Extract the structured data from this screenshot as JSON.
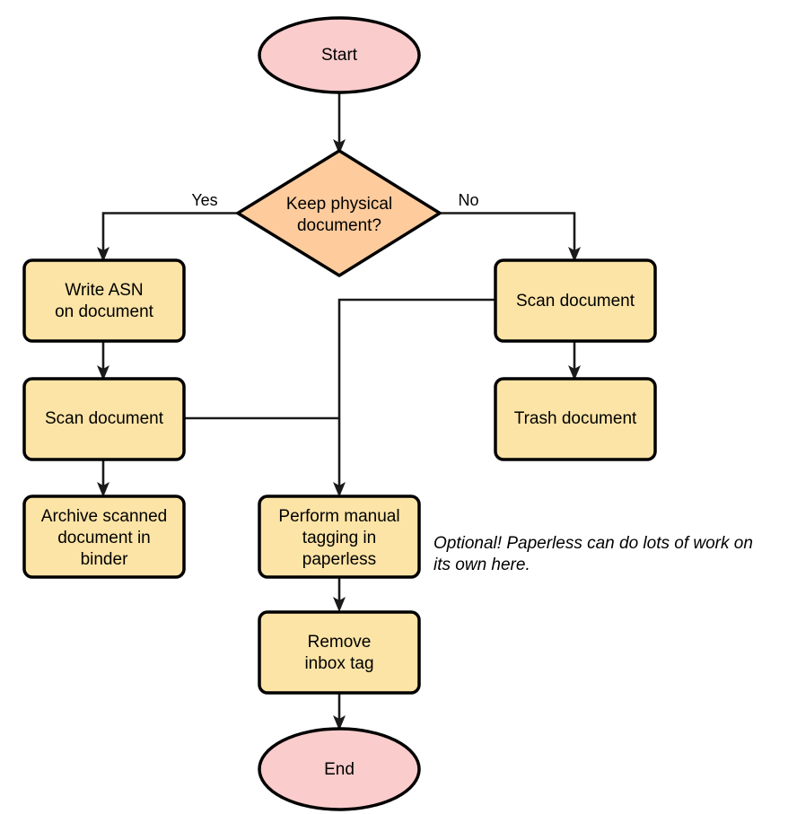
{
  "diagram": {
    "type": "flowchart",
    "orientation": "top-to-bottom",
    "palette": {
      "terminator_fill": "#facccc",
      "process_fill": "#fce4a6",
      "decision_fill": "#fdcb9c",
      "stroke": "#000000",
      "edge": "#1a1a1a",
      "background": "#ffffff",
      "text": "#000000"
    },
    "nodes": {
      "start": {
        "label": "Start",
        "shape": "ellipse"
      },
      "decision": {
        "line1": "Keep physical",
        "line2": "document?",
        "shape": "diamond"
      },
      "write_asn": {
        "line1": "Write ASN",
        "line2": "on document",
        "shape": "process"
      },
      "scan_left": {
        "label": "Scan document",
        "shape": "process"
      },
      "archive": {
        "line1": "Archive scanned",
        "line2": "document in",
        "line3": "binder",
        "shape": "process"
      },
      "scan_right": {
        "label": "Scan document",
        "shape": "process"
      },
      "trash": {
        "label": "Trash document",
        "shape": "process"
      },
      "tagging": {
        "line1": "Perform manual",
        "line2": "tagging in",
        "line3": "paperless",
        "shape": "process"
      },
      "remove_inbox": {
        "line1": "Remove",
        "line2": "inbox tag",
        "shape": "process"
      },
      "end": {
        "label": "End",
        "shape": "ellipse"
      }
    },
    "edge_labels": {
      "yes": "Yes",
      "no": "No"
    },
    "annotation": {
      "line1": "Optional! Paperless can do lots of work on",
      "line2": "its own here."
    }
  }
}
